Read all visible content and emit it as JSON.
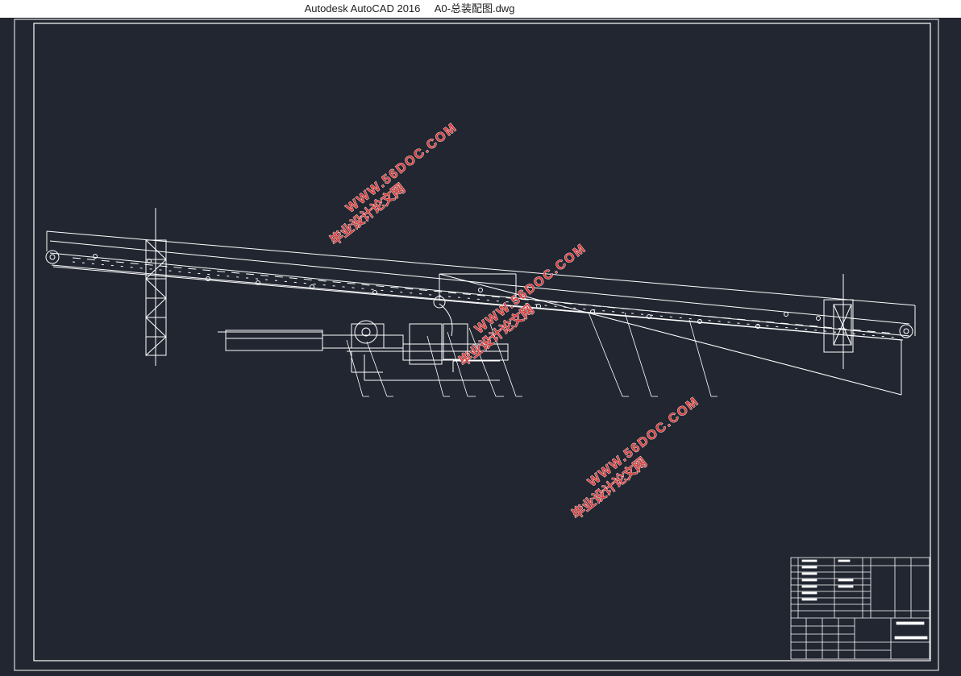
{
  "window": {
    "app_name": "Autodesk AutoCAD 2016",
    "file_name": "A0-总装配图.dwg"
  },
  "colors": {
    "canvas_background": "#212630",
    "line_color": "#ffffff",
    "watermark_color": "#d94040"
  },
  "watermarks": [
    {
      "line1": "毕业设计论文网",
      "line2": "WWW.56DOC.COM"
    },
    {
      "line1": "毕业设计论文网",
      "line2": "WWW.56DOC.COM"
    },
    {
      "line1": "毕业设计论文网",
      "line2": "WWW.56DOC.COM"
    }
  ]
}
